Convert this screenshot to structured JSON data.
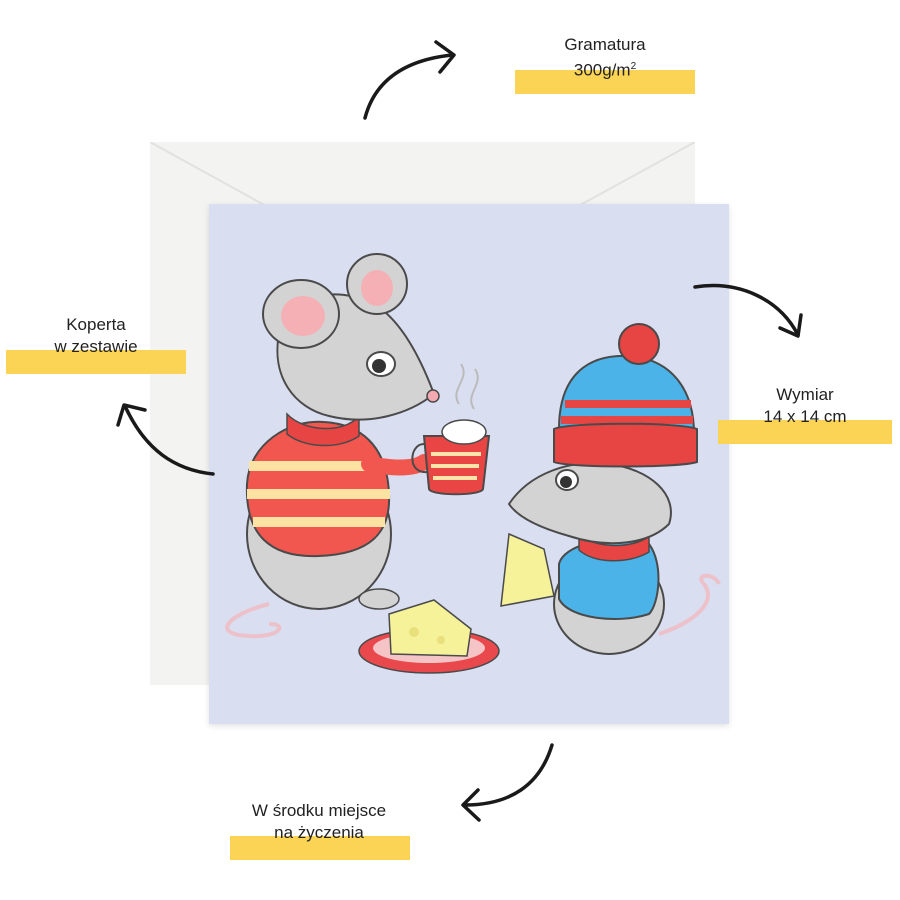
{
  "labels": {
    "paper_weight_title": "Gramatura",
    "paper_weight_value": "300g/m",
    "paper_weight_unit_sup": "2",
    "envelope_line1": "Koperta",
    "envelope_line2": "w zestawie",
    "size_title": "Wymiar",
    "size_value": "14 x 14 cm",
    "inside_line1": "W środku miejsce",
    "inside_line2": "na życzenia"
  },
  "colors": {
    "highlight": "#fbd355",
    "card_background": "#d9def0",
    "envelope": "#f3f3f1",
    "arrow": "#1a1a1a"
  },
  "illustration": {
    "subject": "two mice in winter clothing with cocoa and cheese",
    "icons": [
      "mouse-with-sweater",
      "mouse-with-hat",
      "cocoa-mug",
      "cheese-wedge",
      "plate"
    ]
  }
}
